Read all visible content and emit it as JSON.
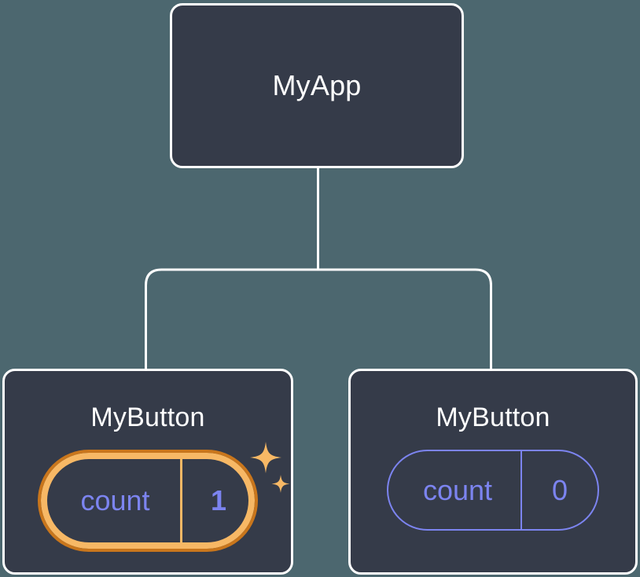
{
  "diagram": {
    "type": "component-tree",
    "background_color": "#4c676f",
    "node_fill_color": "#353b49",
    "node_border_color": "#ffffff",
    "accent_color": "#7c84f0",
    "highlight_outer_color": "#c9761c",
    "highlight_inner_color": "#f7b865",
    "connector_color": "#ffffff"
  },
  "root": {
    "title": "MyApp"
  },
  "children": [
    {
      "title": "MyButton",
      "highlighted": true,
      "state": {
        "key": "count",
        "value": "1"
      },
      "sparkle_count": 2
    },
    {
      "title": "MyButton",
      "highlighted": false,
      "state": {
        "key": "count",
        "value": "0"
      },
      "sparkle_count": 0
    }
  ]
}
